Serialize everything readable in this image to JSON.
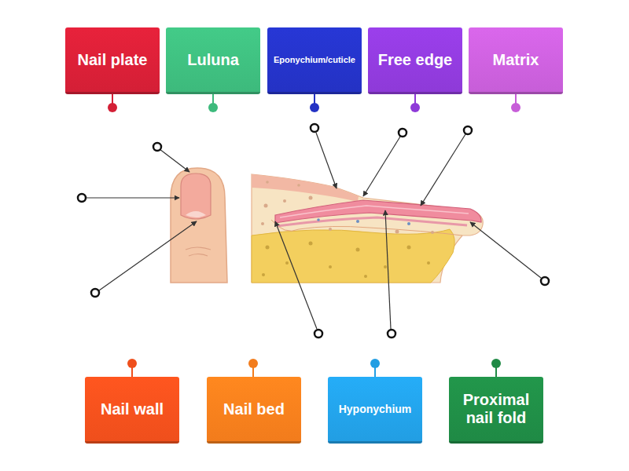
{
  "diagram": {
    "nodes": [
      {
        "text": [
          "Nail plate"
        ]
      },
      {
        "text": [
          "Luluna"
        ]
      },
      {
        "text": [
          "Eponychium/cuticle"
        ]
      },
      {
        "text": [
          "Free edge"
        ]
      },
      {
        "text": [
          "Matrix"
        ]
      },
      {
        "text": [
          "Nail wall"
        ]
      },
      {
        "text": [
          "Nail bed"
        ]
      },
      {
        "text": [
          "Hyponychium"
        ]
      },
      {
        "text": [
          "Proximal nail fold"
        ]
      }
    ]
  }
}
